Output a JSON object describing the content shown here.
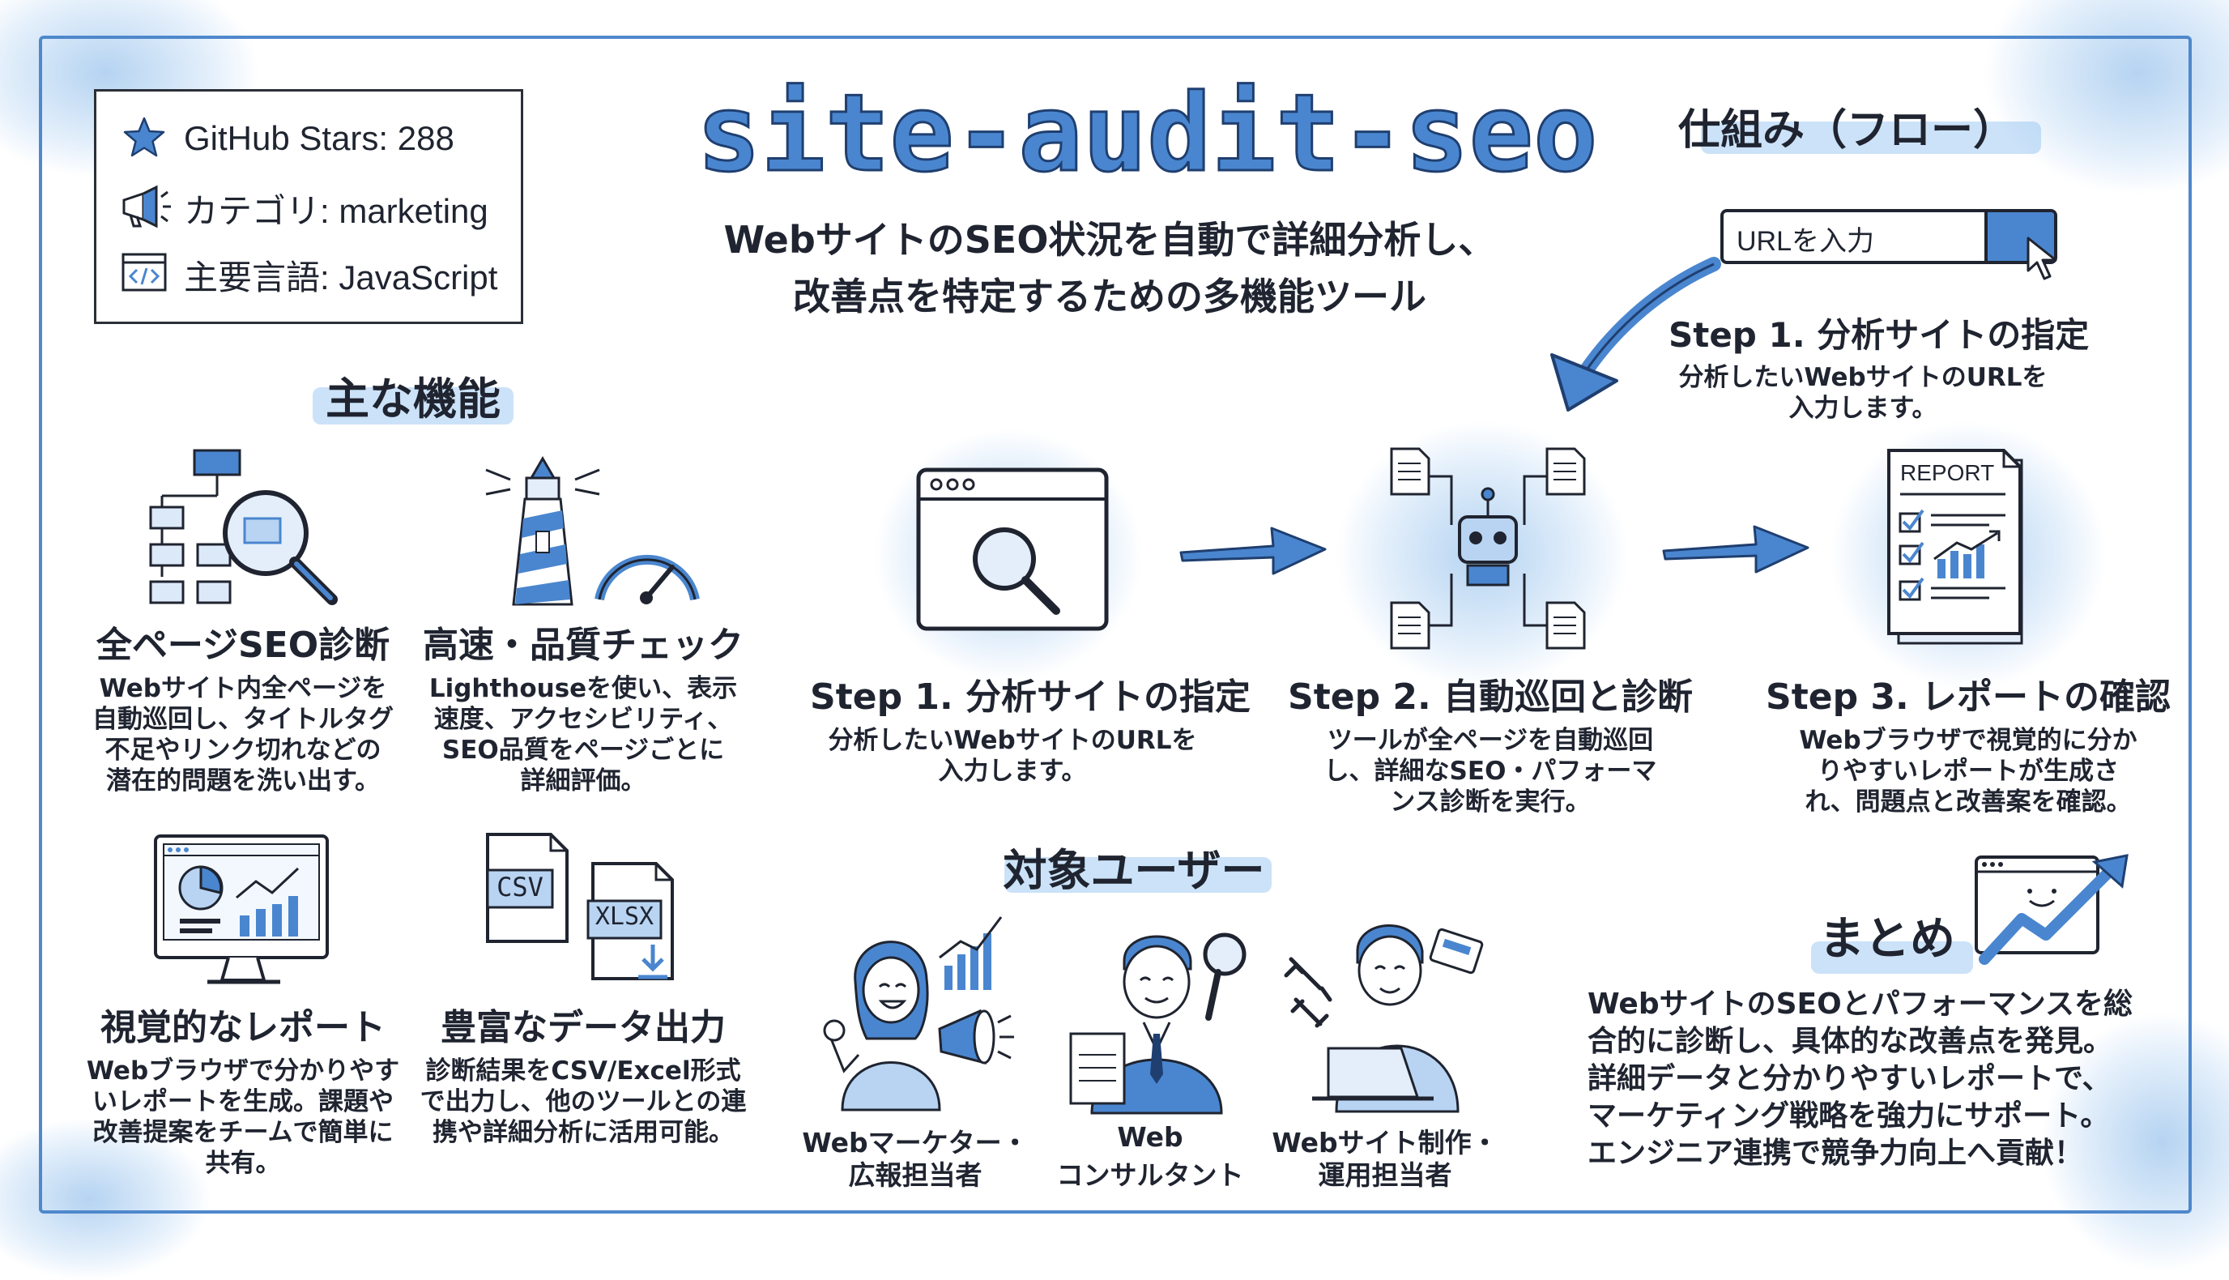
{
  "title": "site-audit-seo",
  "subtitle": [
    "WebサイトのSEO状況を自動で詳細分析し、",
    "改善点を特定するための多機能ツール"
  ],
  "info_box": {
    "stars": "GitHub Stars: 288",
    "category": "カテゴリ: marketing",
    "language": "主要言語: JavaScript"
  },
  "icons": {
    "stars": "star-icon",
    "category": "megaphone-icon",
    "language": "code-icon",
    "url_cursor": "cursor-icon",
    "flow_arrow": "curved-arrow-icon"
  },
  "features": {
    "heading": "主な機能",
    "items": [
      {
        "title": "全ページSEO診断",
        "lines": [
          "Webサイト内全ページを",
          "自動巡回し、タイトルタグ",
          "不足やリンク切れなどの",
          "潜在的問題を洗い出す。"
        ],
        "icon": "sitemap-magnifier-icon"
      },
      {
        "title": "高速・品質チェック",
        "lines": [
          "Lighthouseを使い、表示",
          "速度、アクセシビリティ、",
          "SEO品質をページごとに",
          "詳細評価。"
        ],
        "icon": "lighthouse-gauge-icon"
      },
      {
        "title": "視覚的なレポート",
        "lines": [
          "Webブラウザで分かりやす",
          "いレポートを生成。課題や",
          "改善提案をチームで簡単に",
          "共有。"
        ],
        "icon": "monitor-chart-icon"
      },
      {
        "title": "豊富なデータ出力",
        "lines": [
          "診断結果をCSV/Excel形式",
          "で出力し、他のツールとの連",
          "携や詳細分析に活用可能。"
        ],
        "icon": "file-export-icon"
      }
    ],
    "file_labels": {
      "csv": "CSV",
      "xlsx": "XLSX"
    }
  },
  "flow": {
    "heading": "仕組み（フロー）",
    "url_input": "URLを入力",
    "intro_step": {
      "title": "Step 1. 分析サイトの指定",
      "lines": [
        "分析したいWebサイトのURLを",
        "入力します。"
      ]
    },
    "steps": [
      {
        "title": "Step 1. 分析サイトの指定",
        "lines": [
          "分析したいWebサイトのURLを",
          "入力します。"
        ],
        "icon": "browser-search-icon"
      },
      {
        "title": "Step 2. 自動巡回と診断",
        "lines": [
          "ツールが全ページを自動巡回",
          "し、詳細なSEO・パフォーマ",
          "ンス診断を実行。"
        ],
        "icon": "robot-crawler-icon"
      },
      {
        "title": "Step 3. レポートの確認",
        "lines": [
          "Webブラウザで視覚的に分か",
          "りやすいレポートが生成さ",
          "れ、問題点と改善案を確認。"
        ],
        "icon": "report-icon"
      }
    ],
    "report_label": "REPORT"
  },
  "users": {
    "heading": "対象ユーザー",
    "items": [
      {
        "lines": [
          "Webマーケター・",
          "広報担当者"
        ],
        "icon": "marketer-avatar-icon"
      },
      {
        "lines": [
          "Web",
          "コンサルタント"
        ],
        "icon": "consultant-avatar-icon"
      },
      {
        "lines": [
          "Webサイト制作・",
          "運用担当者"
        ],
        "icon": "developer-avatar-icon"
      }
    ]
  },
  "summary": {
    "heading": "まとめ",
    "lines": [
      "WebサイトのSEOとパフォーマンスを総",
      "合的に診断し、具体的な改善点を発見。",
      "詳細データと分かりやすいレポートで、",
      "マーケティング戦略を強力にサポート。",
      "エンジニア連携で競争力向上へ貢献！"
    ],
    "icon": "growth-chart-icon"
  },
  "colors": {
    "accent": "#4a86cf",
    "border": "#4f88cc",
    "ink": "#1f2430",
    "wash": "#9cc5ef"
  }
}
